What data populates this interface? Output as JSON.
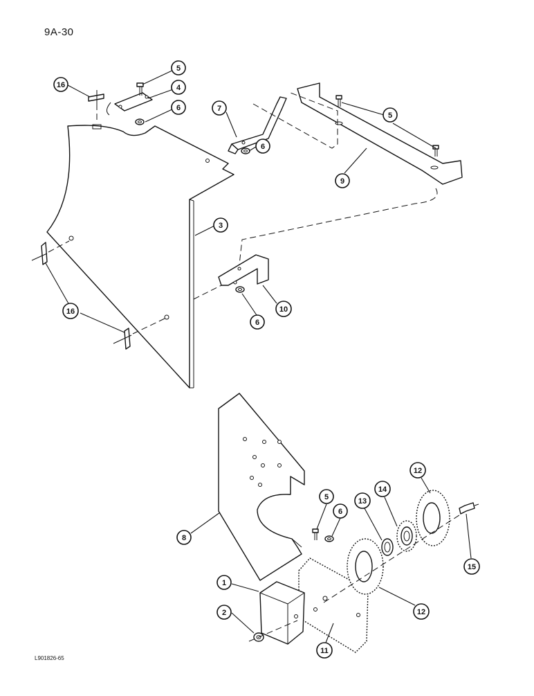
{
  "page_code": "9A-30",
  "figure_code": "L901826-65",
  "callouts": {
    "c1": "1",
    "c2": "2",
    "c3": "3",
    "c4": "4",
    "c5a": "5",
    "c5b": "5",
    "c5c": "5",
    "c6a": "6",
    "c6b": "6",
    "c6c": "6",
    "c6d": "6",
    "c7": "7",
    "c8": "8",
    "c9": "9",
    "c10": "10",
    "c11": "11",
    "c12a": "12",
    "c12b": "12",
    "c13": "13",
    "c14": "14",
    "c15": "15",
    "c16a": "16",
    "c16b": "16"
  }
}
